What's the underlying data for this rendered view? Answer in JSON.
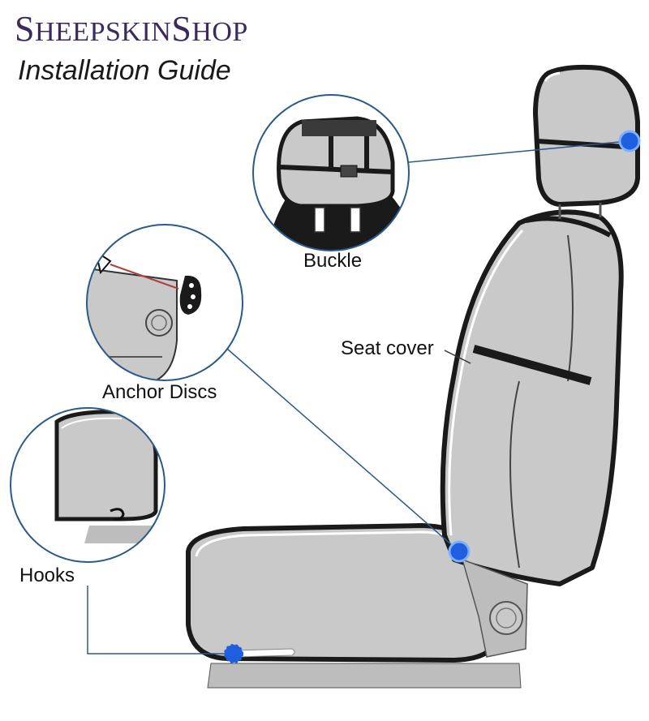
{
  "brand": {
    "name_part1_initial": "S",
    "name_part1_rest": "HEEPSKIN",
    "name_part2_initial": "S",
    "name_part2_rest": "HOP"
  },
  "subtitle": "Installation Guide",
  "callouts": {
    "buckle": "Buckle",
    "seat_cover": "Seat cover",
    "anchor_discs": "Anchor Discs",
    "hooks": "Hooks"
  },
  "colors": {
    "brand": "#3d2a5c",
    "seat_fill": "#c9c9c9",
    "outline": "#1a1a1a",
    "leader": "#2a5a8a",
    "marker": "#1e5fe0"
  },
  "icons": {
    "markers": "blue-dot-marker",
    "circles": "zoom-detail-circle"
  }
}
